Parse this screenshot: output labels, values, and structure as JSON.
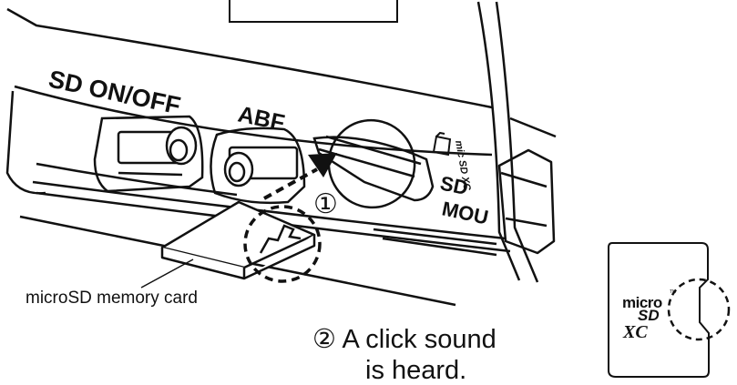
{
  "device": {
    "labels": {
      "sd_onoff": "SD ON/OFF",
      "abf": "ABF",
      "sd_mount_line1": "SD",
      "sd_mount_line2": "MOU",
      "slot_logo": "mic SD XC"
    }
  },
  "steps": {
    "step1_marker": "①",
    "step2_line1": "② A click sound",
    "step2_line2": "is heard."
  },
  "card": {
    "caption": "microSD memory card",
    "logo_micro": "micro",
    "logo_sd": "SD",
    "logo_xc": "XC",
    "logo_tm": "TM"
  }
}
